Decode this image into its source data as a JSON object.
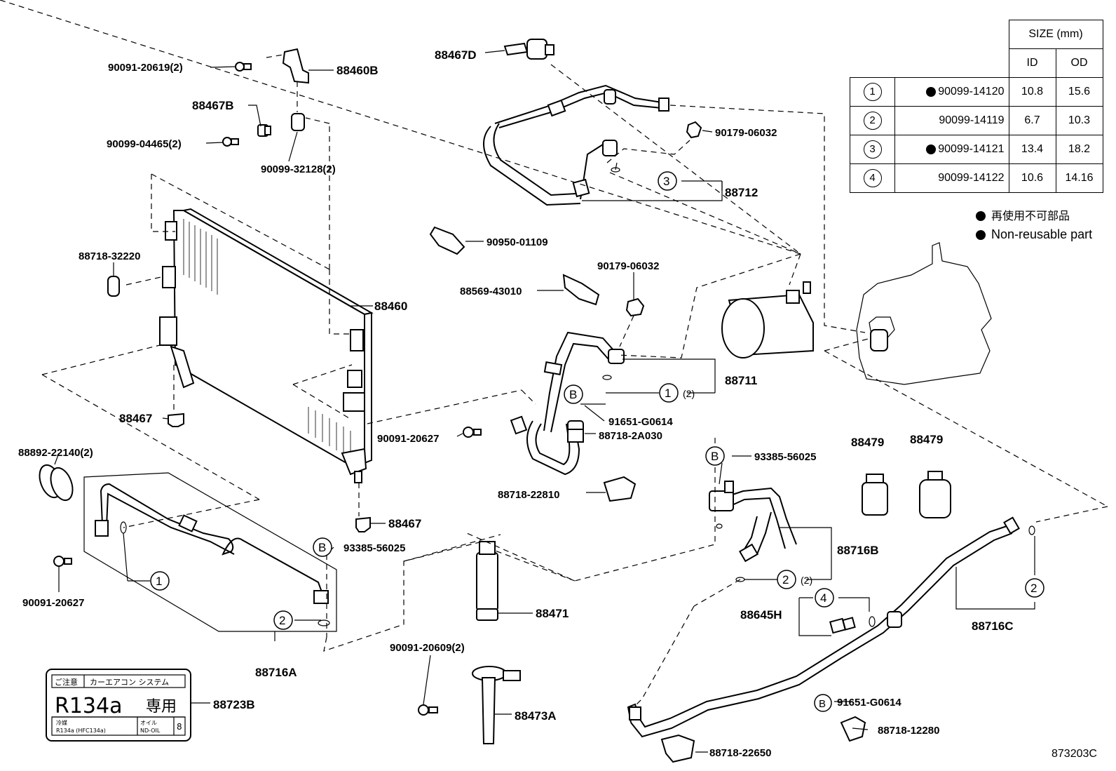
{
  "labels": {
    "p90091_20619": "90091-20619(2)",
    "p88460B": "88460B",
    "p88467B": "88467B",
    "p90099_04465": "90099-04465(2)",
    "p90099_32128": "90099-32128(2)",
    "p88718_32220": "88718-32220",
    "p88460": "88460",
    "p88467_top": "88467",
    "p88892_22140": "88892-22140(2)",
    "p90091_20627_left": "90091-20627",
    "p88716A": "88716A",
    "p88723B": "88723B",
    "p88467_bottom": "88467",
    "p93385_56025_left": "93385-56025",
    "p88467D": "88467D",
    "p90179_06032_top": "90179-06032",
    "p88712": "88712",
    "p90950_01109": "90950-01109",
    "p88569_43010": "88569-43010",
    "p90179_06032_mid": "90179-06032",
    "p88711": "88711",
    "p91651_G0614_mid": "91651-G0614",
    "p88718_2A030": "88718-2A030",
    "p90091_20627_mid": "90091-20627",
    "p88718_22810": "88718-22810",
    "p88471": "88471",
    "p90091_20609": "90091-20609(2)",
    "p88473A": "88473A",
    "p93385_56025_right": "93385-56025",
    "p88479_a": "88479",
    "p88479_b": "88479",
    "p88716B": "88716B",
    "p88645H": "88645H",
    "p88716C": "88716C",
    "p91651_G0614_bottom": "91651-G0614",
    "p88718_12280": "88718-12280",
    "p88718_22650": "88718-22650"
  },
  "callouts": {
    "c1": "1",
    "c2": "2",
    "c3": "3",
    "c4": "4",
    "cB": "B",
    "qty2": "(2)"
  },
  "label_plate": {
    "header_left": "ご注意",
    "header_right": "カーエアコン システム",
    "refrigerant": "R134a",
    "exclusive": "専用",
    "footer_left1": "冷媒",
    "footer_left2": "R134a (HFC134a)",
    "footer_right1": "オイル",
    "footer_right2": "ND-OIL",
    "footer_num": "8"
  },
  "size_table": {
    "title": "SIZE (mm)",
    "col_id": "ID",
    "col_od": "OD",
    "rows": [
      {
        "num": "1",
        "nonreusable": true,
        "part": "90099-14120",
        "id": "10.8",
        "od": "15.6"
      },
      {
        "num": "2",
        "nonreusable": false,
        "part": "90099-14119",
        "id": "6.7",
        "od": "10.3"
      },
      {
        "num": "3",
        "nonreusable": true,
        "part": "90099-14121",
        "id": "13.4",
        "od": "18.2"
      },
      {
        "num": "4",
        "nonreusable": false,
        "part": "90099-14122",
        "id": "10.6",
        "od": "14.16"
      }
    ]
  },
  "legend": {
    "jp": "再使用不可部品",
    "en": "Non-reusable part"
  },
  "diagram_code": "873203C"
}
